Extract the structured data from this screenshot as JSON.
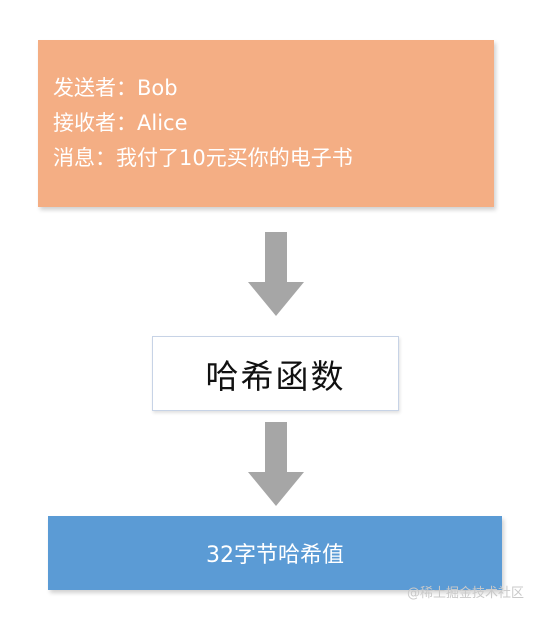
{
  "message_box": {
    "lines": [
      "发送者：Bob",
      "接收者：Alice",
      "消息：我付了10元买你的电子书"
    ]
  },
  "hash_function_label": "哈希函数",
  "result_label": "32字节哈希值",
  "watermark": "@稀土掘金技术社区",
  "colors": {
    "message_box": "#f4ae84",
    "arrow": "#a6a6a6",
    "result_box": "#5b9bd5"
  }
}
